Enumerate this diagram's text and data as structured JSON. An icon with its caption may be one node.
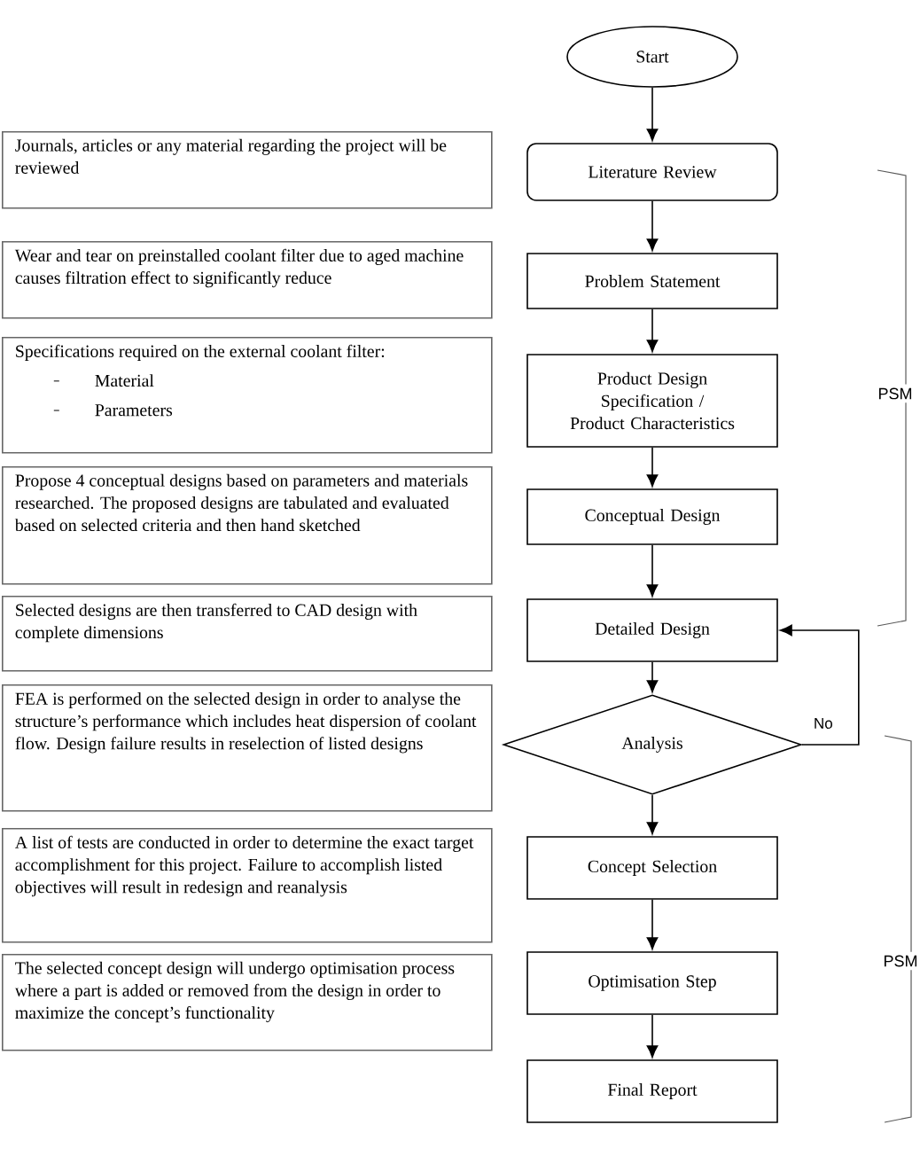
{
  "diagram": {
    "nodes": [
      {
        "text": [
          "Start"
        ]
      },
      {
        "text": [
          "Literature Review"
        ]
      },
      {
        "text": [
          "Problem Statement"
        ]
      },
      {
        "text": [
          "Product Design Specification / Product Characteristics"
        ]
      },
      {
        "text": [
          "Conceptual Design"
        ]
      },
      {
        "text": [
          "Detailed Design"
        ]
      },
      {
        "text": [
          "Analysis"
        ]
      },
      {
        "text": [
          "Concept Selection"
        ]
      },
      {
        "text": [
          "Optimisation Step"
        ]
      },
      {
        "text": [
          "Final Report"
        ]
      },
      {
        "text": [
          "Journals, articles or any material regarding the project will be reviewed"
        ]
      },
      {
        "text": [
          "Wear and tear on preinstalled coolant filter due to aged machine causes filtration effect to significantly reduce"
        ]
      },
      {
        "text": [
          "Specifications required on the external coolant filter:",
          "Material",
          "Parameters"
        ]
      },
      {
        "text": [
          "Propose 4 conceptual designs based on parameters and materials researched. The proposed designs are tabulated and evaluated based on selected criteria and then hand sketched"
        ]
      },
      {
        "text": [
          "Selected designs are then transferred to CAD design with complete dimensions"
        ]
      },
      {
        "text": [
          "FEA is performed on the selected design in order to analyse the structure’s performance which includes heat dispersion of coolant flow. Design failure results in reselection of listed designs"
        ]
      },
      {
        "text": [
          "A list of tests are conducted in order to determine the exact target accomplishment for this project. Failure to accomplish listed objectives will result in redesign and reanalysis"
        ]
      },
      {
        "text": [
          "The selected concept design will undergo optimisation process where a part is added or removed from the design in order to maximize the concept’s functionality"
        ]
      }
    ],
    "edges": [
      {
        "from": 0,
        "to": 1,
        "arrow": "to"
      },
      {
        "from": 1,
        "to": 2,
        "arrow": "to"
      },
      {
        "from": 2,
        "to": 3,
        "arrow": "to"
      },
      {
        "from": 3,
        "to": 4,
        "arrow": "to"
      },
      {
        "from": 4,
        "to": 5,
        "arrow": "to"
      },
      {
        "from": 5,
        "to": 6,
        "arrow": "to"
      },
      {
        "from": 6,
        "to": 7,
        "arrow": "to"
      },
      {
        "from": 7,
        "to": 8,
        "arrow": "to"
      },
      {
        "from": 8,
        "to": 9,
        "arrow": "to"
      },
      {
        "from": 6,
        "to": 5,
        "arrow": "to",
        "label": "No"
      }
    ],
    "labels": [
      "PSM",
      "PSM"
    ]
  }
}
